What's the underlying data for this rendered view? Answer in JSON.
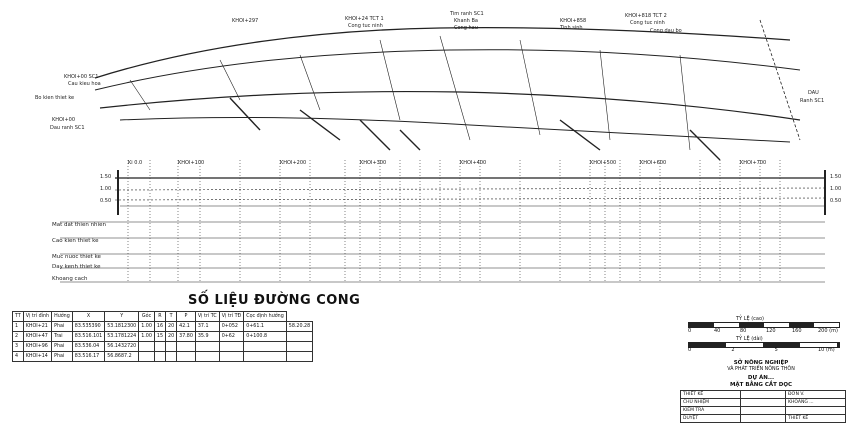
{
  "plan_labels": {
    "top": [
      "KHOI+297",
      "KHOI+24 TCT 1",
      "Cong tuc ninh",
      "Tim ranh SC1",
      "Khanh Ba",
      "Cong hau",
      "KHOI+858",
      "Tinh sinh",
      "KHOI+818 TCT 2",
      "Cong tuc ninh",
      "Cong dau bo"
    ],
    "left": [
      "KHOI+00 SC1",
      "Cau kieu hoa",
      "Bo kien thiet ke",
      "KHOI+00",
      "Dau ranh SC1"
    ],
    "stations": [
      "Ki 0.0",
      "KHOI+100",
      "KHOI+200",
      "KHOI+300",
      "KHOI+400",
      "KHOI+500",
      "KHOI+600",
      "KHOI+700"
    ],
    "right": [
      "DAU",
      "Ranh SC1"
    ]
  },
  "profile": {
    "row_labels": [
      "Mat dat thien nhien",
      "Cao kien thiet ke",
      "Muc nuoc thiet ke",
      "Day kenh thiet ke",
      "Khoang cach"
    ],
    "elev_left": [
      "1.50",
      "1.00",
      "0.50"
    ],
    "elev_right": [
      "1.50",
      "1.00",
      "0.50"
    ]
  },
  "curve_table": {
    "title": "SỐ LIỆU ĐƯỜNG CONG",
    "headers": [
      "TT",
      "Vị trí đỉnh",
      "Hướng",
      "X",
      "Y",
      "Góc",
      "R",
      "T",
      "P",
      "Vị trí TC",
      "Vị trí TĐ",
      "Cọc định hướng"
    ],
    "rows": [
      [
        "1",
        "KHOI+21",
        "Phai",
        "83.535390",
        "53.1812300",
        "1.00",
        "16",
        "20",
        "42.1",
        "37.1",
        "0+052",
        "0+61.1",
        "58.20.28"
      ],
      [
        "2",
        "KHOI+47",
        "Trai",
        "83.516.101",
        "53.1781224",
        "1.00",
        "15",
        "20",
        "37.80",
        "35.9",
        "0+62",
        "0+100.8",
        ""
      ],
      [
        "3",
        "KHOI+96",
        "Phai",
        "83.536.04",
        "56.1432720",
        "",
        "",
        "",
        "",
        "",
        "",
        "",
        ""
      ],
      [
        "4",
        "KHOI+14",
        "Phai",
        "83.516.17",
        "56.8687.2",
        "",
        "",
        "",
        "",
        "",
        "",
        "",
        ""
      ]
    ]
  },
  "scale": {
    "line1_label": "TỶ LỆ (cao)",
    "line1_ticks": [
      "0",
      "40",
      "80",
      "120",
      "160",
      "200 (m)"
    ],
    "line2_label": "TỶ LỆ (dài)",
    "line2_ticks": [
      "0",
      "2",
      "5",
      "10 (m)"
    ]
  },
  "title_block": {
    "org1": "SỞ NÔNG NGHIỆP",
    "org2": "VÀ PHÁT TRIỂN NÔNG THÔN",
    "project": "DỰ ÁN...",
    "drawing": "MẶT BẰNG CẮT DỌC",
    "rows": [
      [
        "THIẾT KẾ",
        "",
        "ĐƠN V."
      ],
      [
        "CHỦ NHIỆM",
        "",
        "KHOẢNG ..."
      ],
      [
        "KIỂM TRA",
        "",
        ""
      ],
      [
        "DUYỆT",
        "",
        "THIẾT KẾ"
      ]
    ]
  }
}
